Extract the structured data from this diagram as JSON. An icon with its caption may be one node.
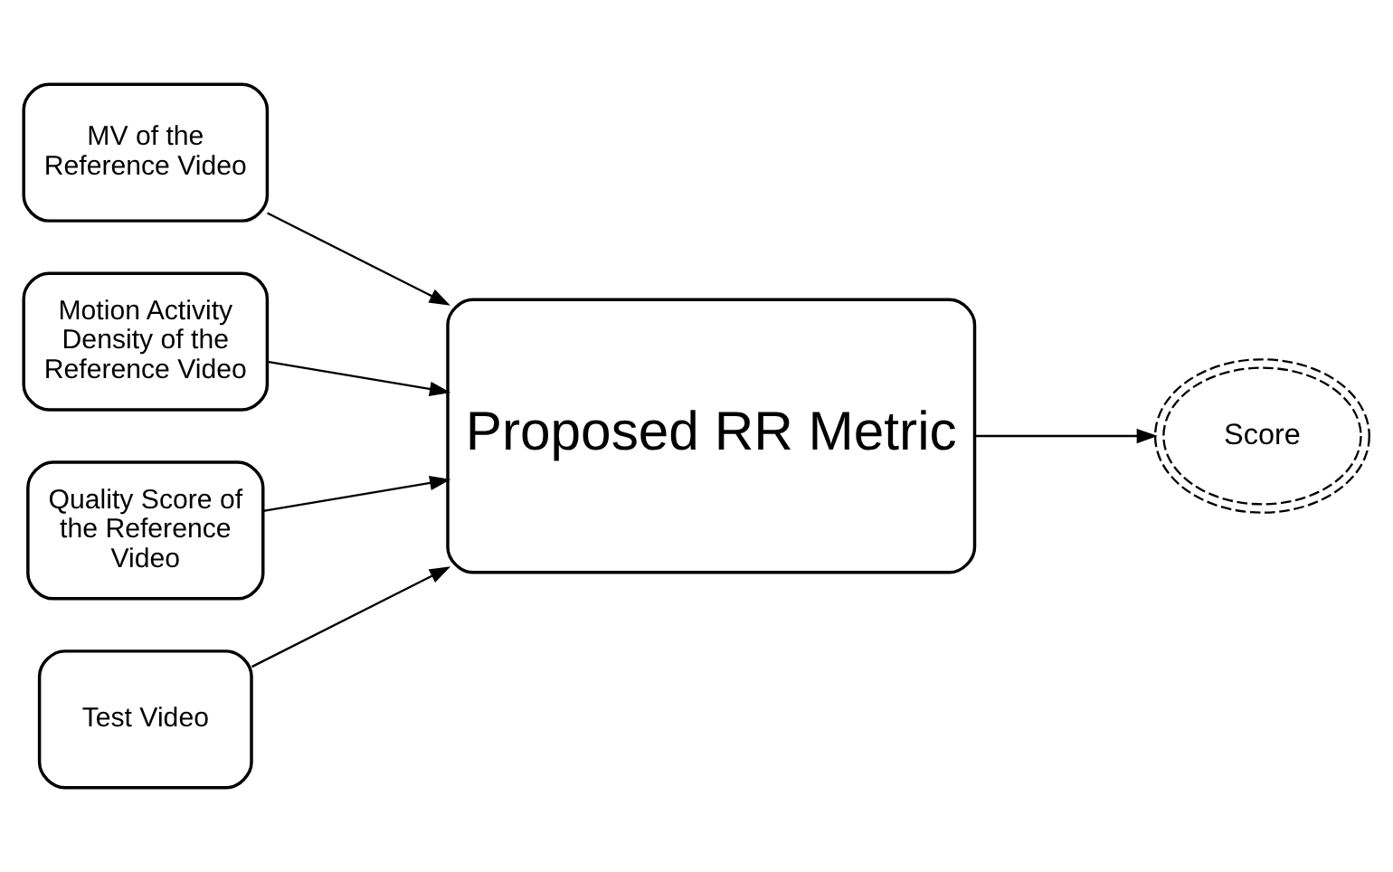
{
  "diagram": {
    "nodes": [
      {
        "text": [
          "MV of the Reference Video"
        ]
      },
      {
        "text": [
          "Motion Activity Density of the Reference Video"
        ]
      },
      {
        "text": [
          "Quality Score of the Reference Video"
        ]
      },
      {
        "text": [
          "Test Video"
        ]
      },
      {
        "text": [
          "Proposed RR Metric"
        ]
      },
      {
        "text": [
          "Score"
        ]
      }
    ],
    "edges": [
      {
        "from": 0,
        "to": 4,
        "arrow": "to"
      },
      {
        "from": 1,
        "to": 4,
        "arrow": "to"
      },
      {
        "from": 2,
        "to": 4,
        "arrow": "to"
      },
      {
        "from": 3,
        "to": 4,
        "arrow": "to"
      },
      {
        "from": 4,
        "to": 5,
        "arrow": "to"
      }
    ]
  }
}
